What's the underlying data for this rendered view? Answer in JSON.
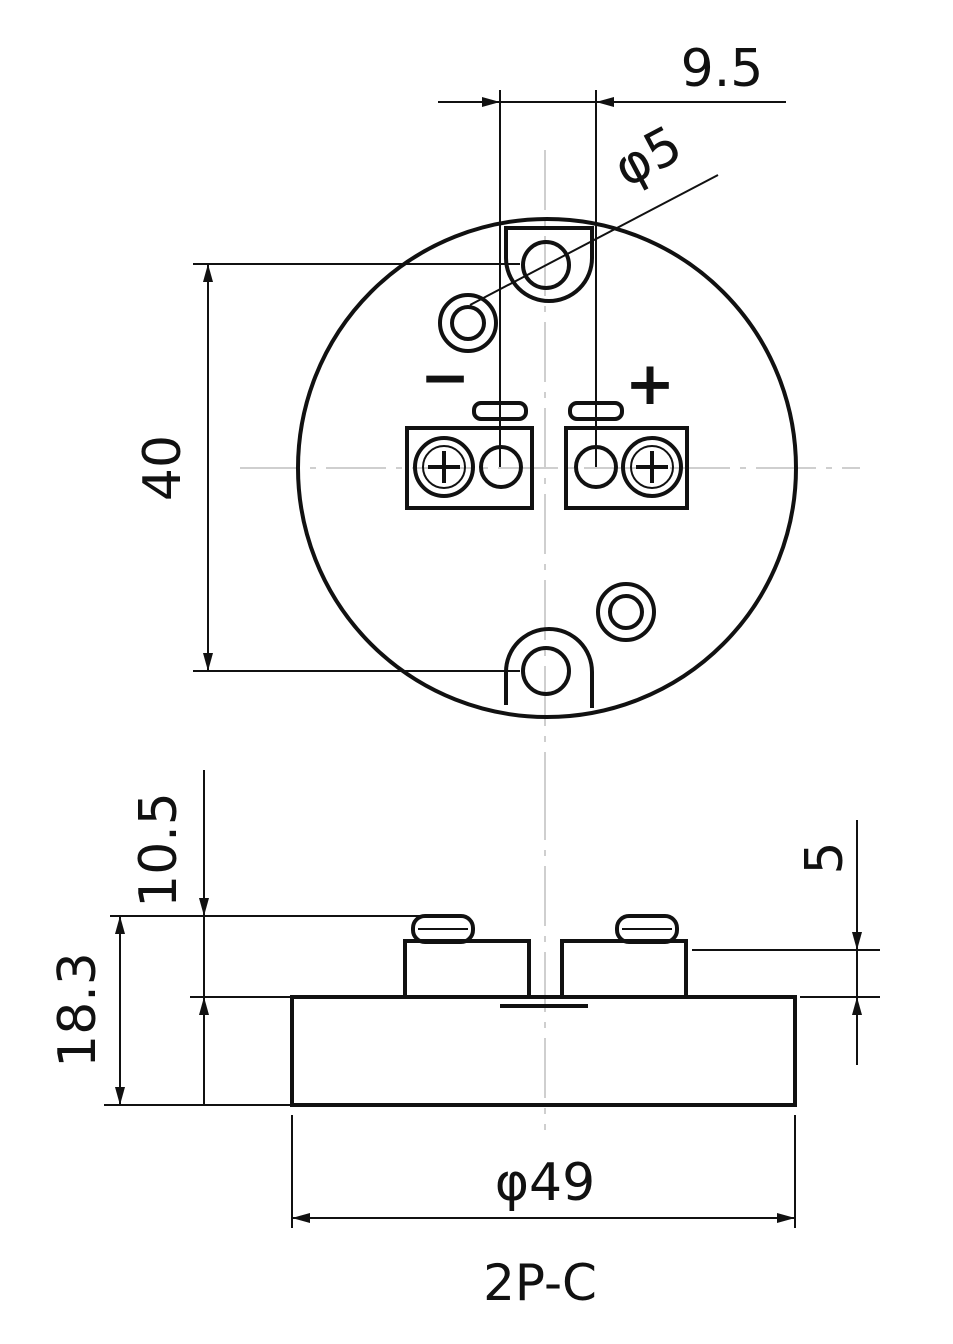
{
  "dimensions": {
    "hole_spacing": "9.5",
    "hole_diameter": "φ5",
    "mount_spacing": "40",
    "screw_height": "10.5",
    "block_height": "5",
    "total_height": "18.3",
    "outer_diameter": "φ49"
  },
  "terminals": {
    "negative_symbol": "−",
    "positive_symbol": "+"
  },
  "model_label": "2P-C"
}
